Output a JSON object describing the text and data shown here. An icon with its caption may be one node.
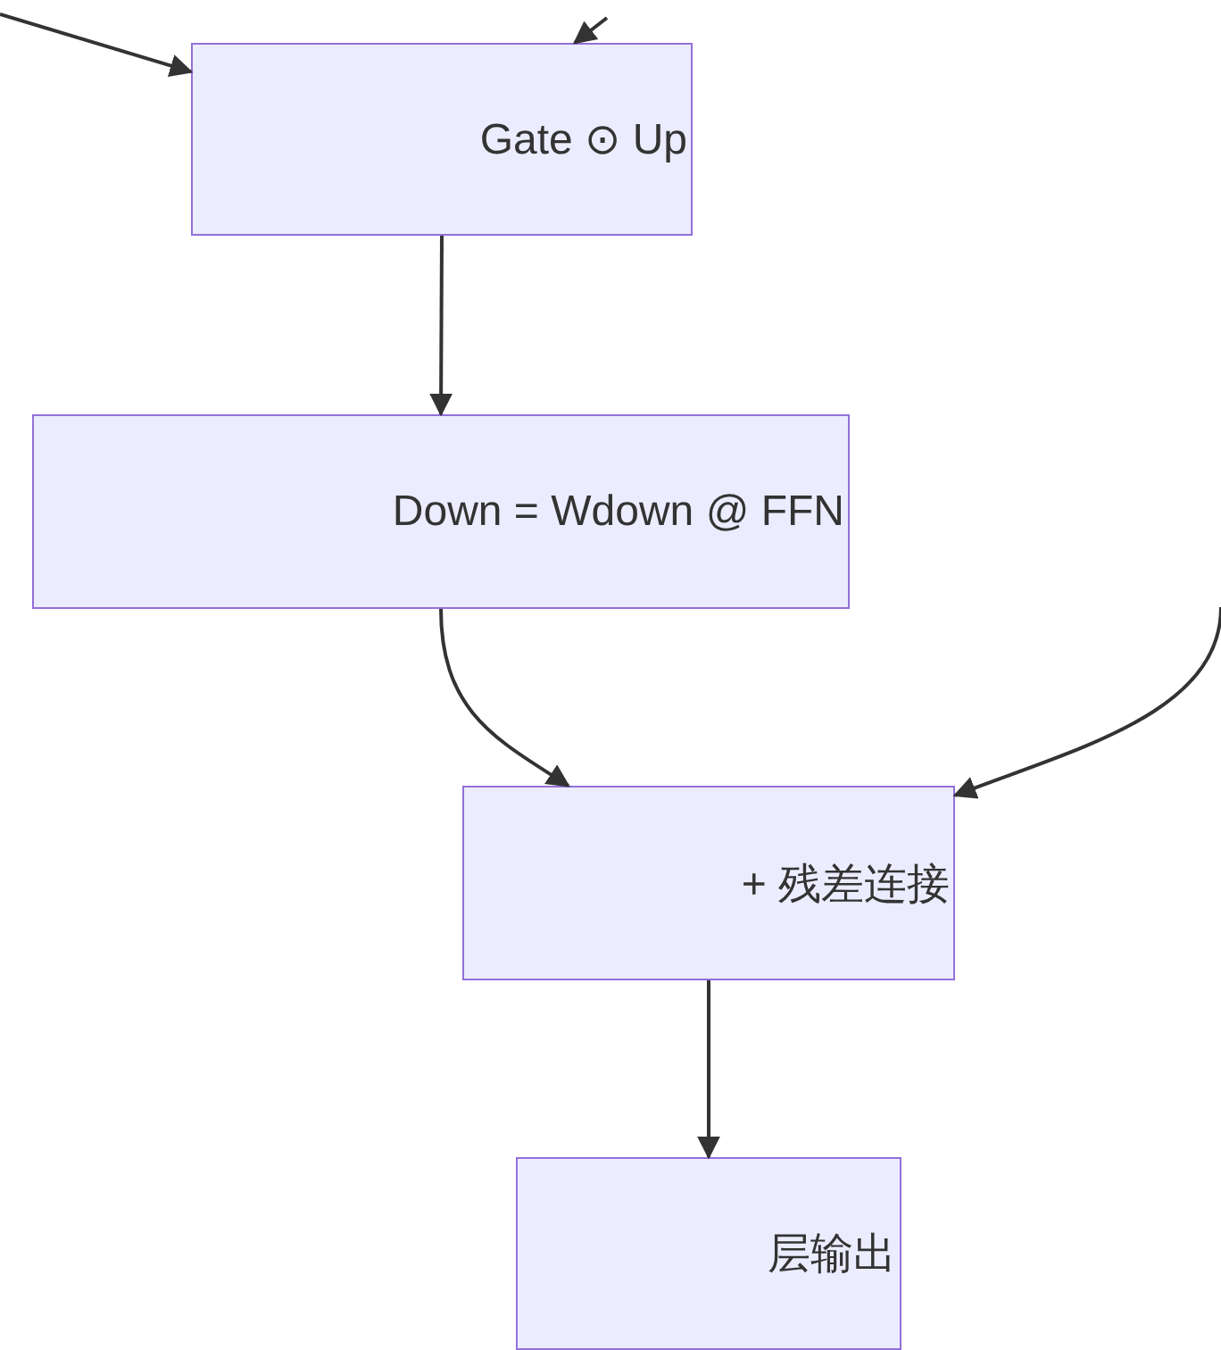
{
  "diagram": {
    "nodes": [
      {
        "text": [
          "Gate ⊙ Up"
        ]
      },
      {
        "text": [
          "Down = Wdown @ FFN"
        ]
      },
      {
        "text": [
          "+ 残差连接"
        ]
      },
      {
        "text": [
          "层输出"
        ]
      }
    ],
    "edges": [
      {
        "from": null,
        "to": 0,
        "arrow": "to"
      },
      {
        "from": null,
        "to": 0,
        "arrow": "to"
      },
      {
        "from": 0,
        "to": 1,
        "arrow": "to"
      },
      {
        "from": 1,
        "to": 2,
        "arrow": "to"
      },
      {
        "from": null,
        "to": 2,
        "arrow": "to"
      },
      {
        "from": 2,
        "to": 3,
        "arrow": "to"
      }
    ]
  }
}
